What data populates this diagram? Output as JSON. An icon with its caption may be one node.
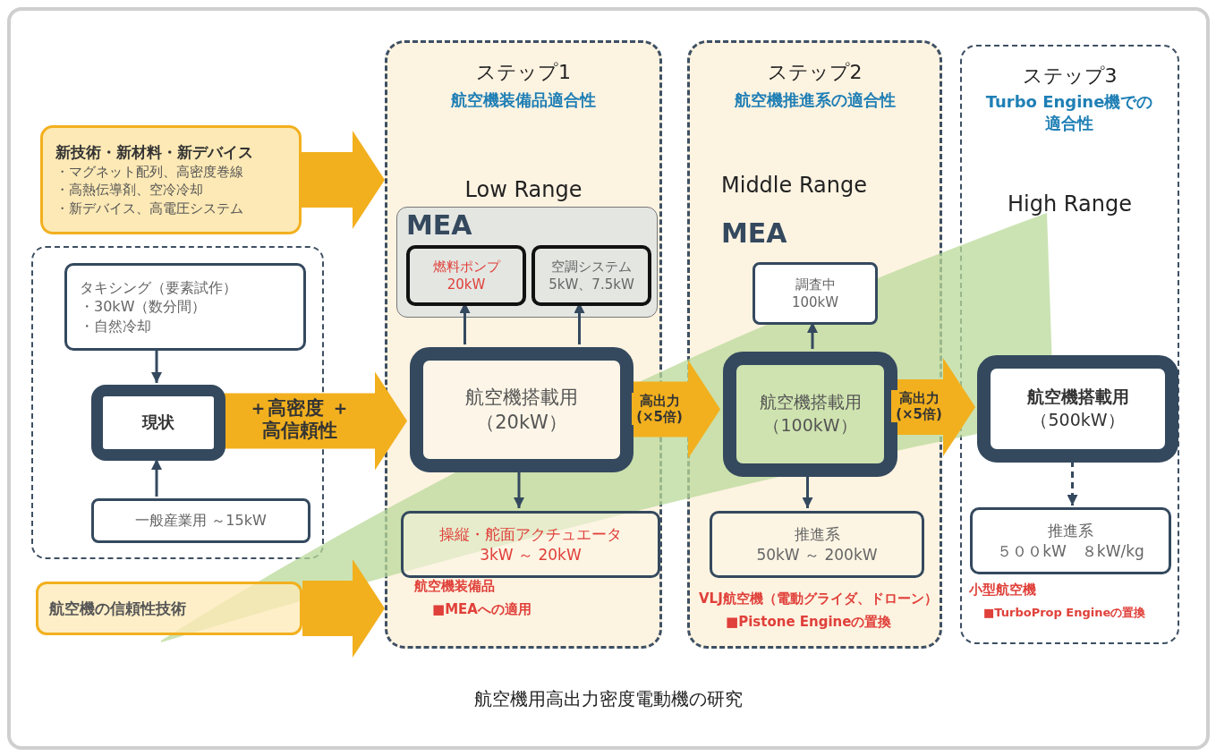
{
  "diagram": {
    "caption": "航空機用高出力密度電動機の研究",
    "nodes": [
      {
        "text": [
          "新技術・新材料・新デバイス",
          "・マグネット配列、高密度巻線",
          "・高熱伝導剤、空冷冷却",
          "・新デバイス、高電圧システム"
        ]
      },
      {
        "text": [],
        "shape": "box"
      },
      {
        "text": [
          "タキシング（要素試作）",
          "・30kW（数分間）",
          "・自然冷却"
        ],
        "in": 1
      },
      {
        "text": [
          "現状"
        ],
        "in": 1
      },
      {
        "text": [
          "一般産業用 ～15kW"
        ],
        "in": 1
      },
      {
        "text": [
          "航空機の信頼性技術"
        ]
      },
      {
        "text": [
          "ステップ1",
          "航空機装備品適合性",
          "Low Range",
          "航空機装備品",
          "■MEAへの適用"
        ]
      },
      {
        "text": [
          "MEA"
        ],
        "in": 6
      },
      {
        "text": [
          "燃料ポンプ",
          "20kW"
        ],
        "in": 7
      },
      {
        "text": [
          "空調システム",
          "5kW、7.5kW"
        ],
        "in": 7
      },
      {
        "text": [
          "航空機搭載用",
          "（20kW）"
        ],
        "in": 6
      },
      {
        "text": [
          "操縦・舵面アクチュエータ",
          "3kW ～ 20kW"
        ],
        "in": 6
      },
      {
        "text": [
          "ステップ2",
          "航空機推進系の適合性",
          "Middle Range",
          "MEA",
          "VLJ航空機（電動グライダ、ドローン）",
          "■Pistone Engineの置換"
        ]
      },
      {
        "text": [
          "調査中",
          "100kW"
        ],
        "in": 12
      },
      {
        "text": [
          "航空機搭載用",
          "（100kW）"
        ],
        "in": 12
      },
      {
        "text": [
          "推進系",
          "50kW ～ 200kW"
        ],
        "in": 12
      },
      {
        "text": [
          "ステップ3",
          "Turbo Engine機での適合性",
          "High Range",
          "小型航空機",
          "■TurboProp Engineの置換"
        ]
      },
      {
        "text": [
          "航空機搭載用",
          "（500kW）"
        ],
        "in": 16
      },
      {
        "text": [
          "推進系",
          "５００kW　８kW/kg"
        ],
        "in": 16
      }
    ],
    "edges": [
      {
        "from": 0,
        "to": 6,
        "arrow": "to",
        "style": "thick",
        "color": "#f2b01e"
      },
      {
        "from": 2,
        "to": 3,
        "arrow": "to"
      },
      {
        "from": 4,
        "to": 3,
        "arrow": "to"
      },
      {
        "from": 5,
        "to": 6,
        "arrow": "to",
        "style": "thick",
        "color": "#f2b01e"
      },
      {
        "from": 3,
        "to": 10,
        "label": "＋高密度 ＋高信頼性",
        "arrow": "to",
        "style": "thick",
        "color": "#f2b01e"
      },
      {
        "from": 10,
        "to": 8,
        "arrow": "to"
      },
      {
        "from": 10,
        "to": 9,
        "arrow": "to"
      },
      {
        "from": 10,
        "to": 11,
        "arrow": "to"
      },
      {
        "from": 10,
        "to": 14,
        "label": "高出力(×5倍)",
        "arrow": "to",
        "style": "thick",
        "color": "#f2b01e"
      },
      {
        "from": 14,
        "to": 13,
        "arrow": "to"
      },
      {
        "from": 14,
        "to": 15,
        "arrow": "to"
      },
      {
        "from": 14,
        "to": 17,
        "label": "高出力(×5倍)",
        "arrow": "to",
        "style": "thick",
        "color": "#f2b01e"
      },
      {
        "from": 17,
        "to": 18,
        "arrow": "to",
        "style": "dashed"
      }
    ]
  }
}
